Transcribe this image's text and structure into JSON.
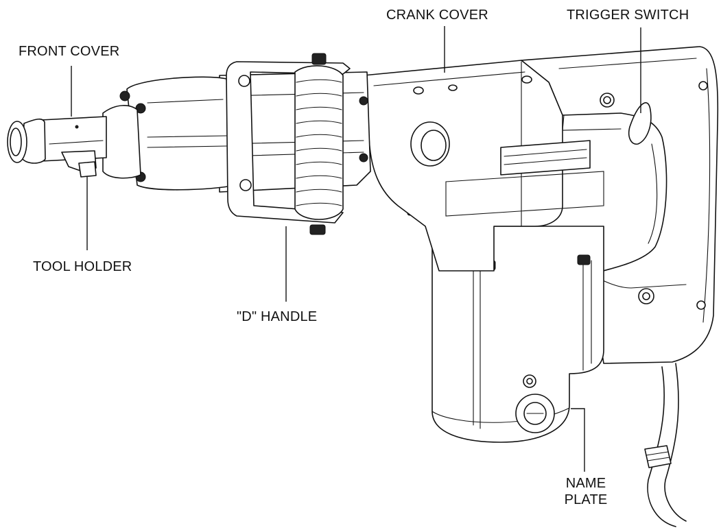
{
  "labels": {
    "front_cover": "FRONT COVER",
    "tool_holder": "TOOL HOLDER",
    "d_handle": "\"D\" HANDLE",
    "crank_cover": "CRANK COVER",
    "trigger_switch": "TRIGGER SWITCH",
    "name_plate_line1": "NAME",
    "name_plate_line2": "PLATE"
  }
}
